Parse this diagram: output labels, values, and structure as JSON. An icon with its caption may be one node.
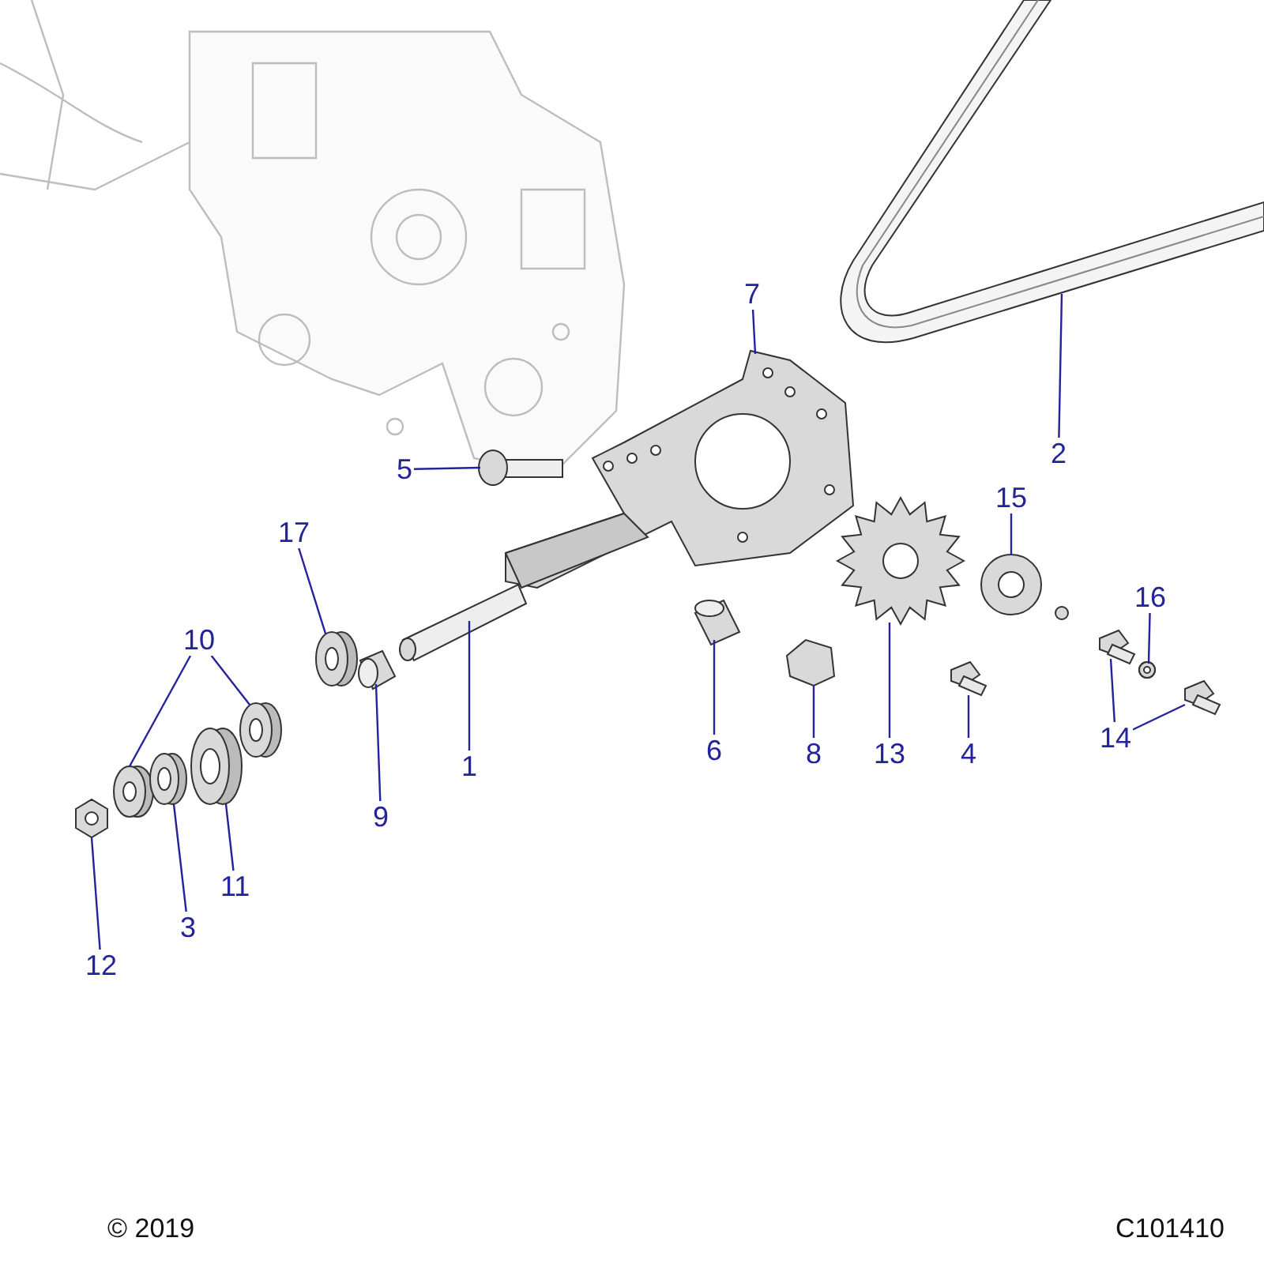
{
  "diagram": {
    "nodes": [
      {
        "text": [
          "7"
        ]
      },
      {
        "text": [],
        "shape": "picture"
      },
      {
        "text": [
          "2"
        ]
      },
      {
        "text": [],
        "shape": "picture"
      },
      {
        "text": [
          "5"
        ]
      },
      {
        "text": [],
        "shape": "picture"
      },
      {
        "text": [
          "17"
        ]
      },
      {
        "text": [],
        "shape": "picture"
      },
      {
        "text": [
          "10"
        ]
      },
      {
        "text": [],
        "shape": "picture"
      },
      {
        "text": [],
        "shape": "picture"
      },
      {
        "text": [
          "9"
        ]
      },
      {
        "text": [],
        "shape": "picture"
      },
      {
        "text": [
          "1"
        ]
      },
      {
        "text": [],
        "shape": "picture"
      },
      {
        "text": [
          "6"
        ]
      },
      {
        "text": [],
        "shape": "picture"
      },
      {
        "text": [
          "8"
        ]
      },
      {
        "text": [],
        "shape": "picture"
      },
      {
        "text": [
          "13"
        ]
      },
      {
        "text": [],
        "shape": "picture"
      },
      {
        "text": [
          "4"
        ]
      },
      {
        "text": [],
        "shape": "picture"
      },
      {
        "text": [
          "15"
        ]
      },
      {
        "text": [],
        "shape": "picture"
      },
      {
        "text": [
          "16"
        ]
      },
      {
        "text": [],
        "shape": "picture"
      },
      {
        "text": [
          "14"
        ]
      },
      {
        "text": [],
        "shape": "picture"
      },
      {
        "text": [],
        "shape": "picture"
      },
      {
        "text": [
          "11"
        ]
      },
      {
        "text": [],
        "shape": "picture"
      },
      {
        "text": [
          "3"
        ]
      },
      {
        "text": [],
        "shape": "picture"
      },
      {
        "text": [
          "12"
        ]
      },
      {
        "text": [],
        "shape": "picture"
      }
    ],
    "edges": [
      {
        "from": 0,
        "to": 1,
        "arrow": "none"
      },
      {
        "from": 2,
        "to": 3,
        "arrow": "none"
      },
      {
        "from": 4,
        "to": 5,
        "arrow": "none"
      },
      {
        "from": 6,
        "to": 7,
        "arrow": "none"
      },
      {
        "from": 8,
        "to": 9,
        "arrow": "none"
      },
      {
        "from": 8,
        "to": 10,
        "arrow": "none"
      },
      {
        "from": 11,
        "to": 12,
        "arrow": "none"
      },
      {
        "from": 13,
        "to": 14,
        "arrow": "none"
      },
      {
        "from": 15,
        "to": 16,
        "arrow": "none"
      },
      {
        "from": 17,
        "to": 18,
        "arrow": "none"
      },
      {
        "from": 19,
        "to": 20,
        "arrow": "none"
      },
      {
        "from": 21,
        "to": 22,
        "arrow": "none"
      },
      {
        "from": 23,
        "to": 24,
        "arrow": "none"
      },
      {
        "from": 25,
        "to": 26,
        "arrow": "none"
      },
      {
        "from": 27,
        "to": 28,
        "arrow": "none"
      },
      {
        "from": 27,
        "to": 29,
        "arrow": "none"
      },
      {
        "from": 30,
        "to": 31,
        "arrow": "none"
      },
      {
        "from": 32,
        "to": 33,
        "arrow": "none"
      },
      {
        "from": 34,
        "to": 35,
        "arrow": "none"
      }
    ],
    "labels": [
      "© 2019",
      "C101410"
    ]
  }
}
